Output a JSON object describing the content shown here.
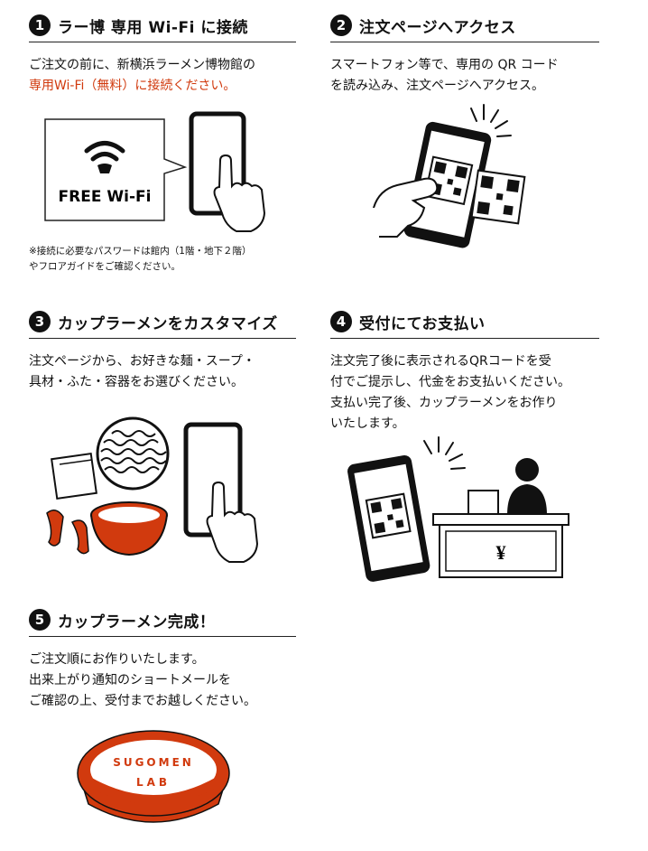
{
  "steps": [
    {
      "num": "1",
      "title": "ラー博 専用 Wi-Fi に接続",
      "line1": "ご注文の前に、新横浜ラーメン博物館の",
      "line2": "専用Wi-Fi（無料）に接続ください。",
      "note1": "※接続に必要なパスワードは館内（1階・地下２階）",
      "note2": "やフロアガイドをご確認ください。"
    },
    {
      "num": "2",
      "title": "注文ページへアクセス",
      "line1": "スマートフォン等で、専用の QR コード",
      "line2": "を読み込み、注文ページへアクセス。"
    },
    {
      "num": "3",
      "title": "カップラーメンをカスタマイズ",
      "line1": "注文ページから、お好きな麺・スープ・",
      "line2": "具材・ふた・容器をお選びください。"
    },
    {
      "num": "4",
      "title": "受付にてお支払い",
      "line1": "注文完了後に表示されるQRコードを受",
      "line2": "付でご提示し、代金をお支払いください。",
      "line3": "支払い完了後、カップラーメンをお作り",
      "line4": "いたします。"
    },
    {
      "num": "5",
      "title": "カップラーメン完成！",
      "line1": "ご注文順にお作りいたします。",
      "line2": "出来上がり通知のショートメールを",
      "line3": "ご確認の上、受付までお越しください。"
    }
  ],
  "illustrations": {
    "wifi_label": "FREE Wi-Fi",
    "yen_symbol": "¥",
    "cup_label_line1": "SUGOMEN",
    "cup_label_line2": "LAB"
  },
  "colors": {
    "accent": "#d13a0e",
    "ink": "#111111"
  }
}
